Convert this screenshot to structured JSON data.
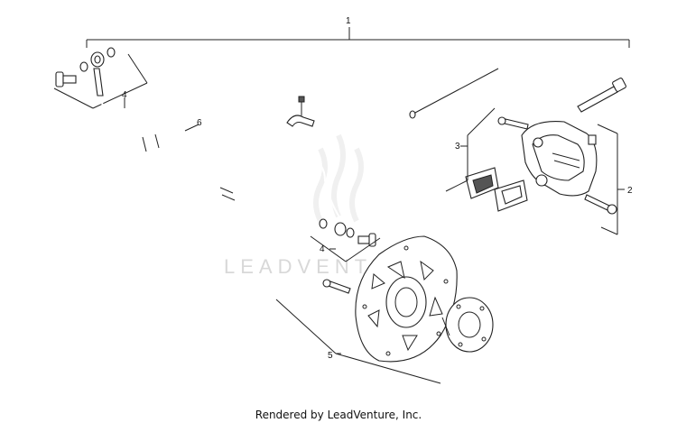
{
  "callouts": {
    "c1": "1",
    "c2": "2",
    "c3": "3",
    "c4_top": "4",
    "c4_mid": "4",
    "c5": "5",
    "c6": "6"
  },
  "watermark": "LEADVENTURE",
  "footer": "Rendered by LeadVenture, Inc."
}
